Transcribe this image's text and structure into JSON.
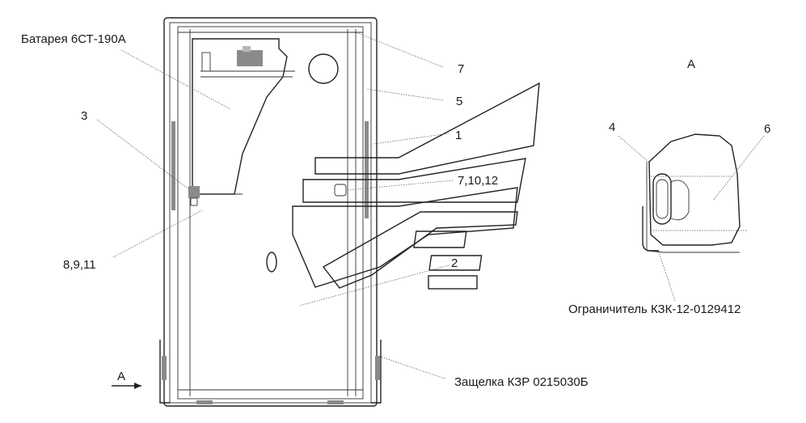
{
  "labels": {
    "battery": "Батарея 6СТ-190А",
    "item3": "3",
    "item891011": "8,9,11",
    "item7": "7",
    "item5": "5",
    "item1": "1",
    "item71012": "7,10,12",
    "item2": "2",
    "latch": "Защелка КЗР 0215030Б",
    "viewA_top": "А",
    "item4": "4",
    "item6": "6",
    "limiter": "Ограничитель КЗК-12-0129412",
    "viewA_arrow": "А"
  }
}
